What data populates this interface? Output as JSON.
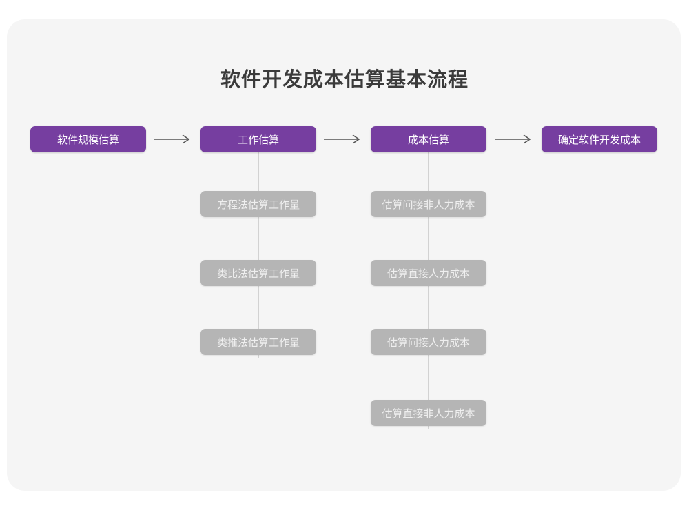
{
  "page": {
    "title": "软件开发成本估算基本流程",
    "card_bg": "#f5f5f5",
    "primary_color": "#763ea0",
    "sub_color": "#b5b5b5",
    "connector_color": "#d2d2d2"
  },
  "flow": {
    "arrow_glyph": "⟶",
    "steps": [
      {
        "label": "软件规模估算"
      },
      {
        "label": "工作估算"
      },
      {
        "label": "成本估算"
      },
      {
        "label": "确定软件开发成本"
      }
    ],
    "arrows": [
      {
        "label": "⟶"
      },
      {
        "label": "⟶"
      },
      {
        "label": "⟶"
      }
    ],
    "work_estimation_methods": [
      {
        "label": "方程法估算工作量"
      },
      {
        "label": "类比法估算工作量"
      },
      {
        "label": "类推法估算工作量"
      }
    ],
    "cost_estimation_items": [
      {
        "label": "估算间接非人力成本"
      },
      {
        "label": "估算直接人力成本"
      },
      {
        "label": "估算间接人力成本"
      },
      {
        "label": "估算直接非人力成本"
      }
    ]
  }
}
